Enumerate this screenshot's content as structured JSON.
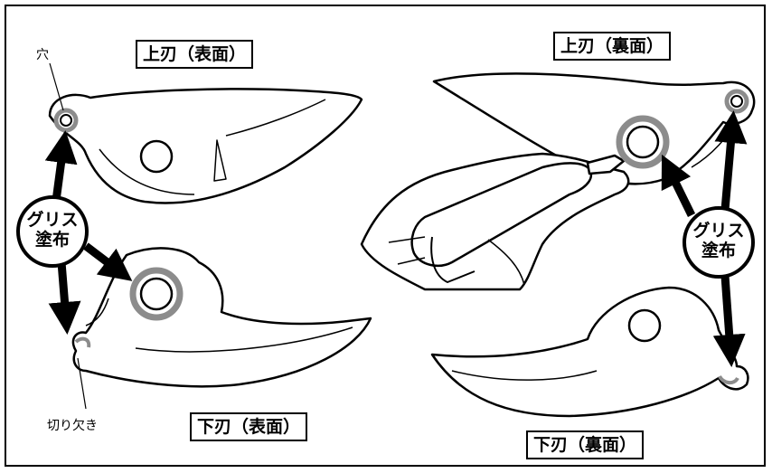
{
  "labels": {
    "upper_front": "上刃（表面）",
    "upper_back": "上刃（裏面）",
    "lower_front": "下刃（表面）",
    "lower_back": "下刃（裏面）",
    "hole": "穴",
    "notch": "切り欠き"
  },
  "badge": {
    "line1": "グリス",
    "line2": "塗布"
  },
  "colors": {
    "grease_ring": "#8c8c8c",
    "line": "#000000",
    "background": "#ffffff"
  }
}
